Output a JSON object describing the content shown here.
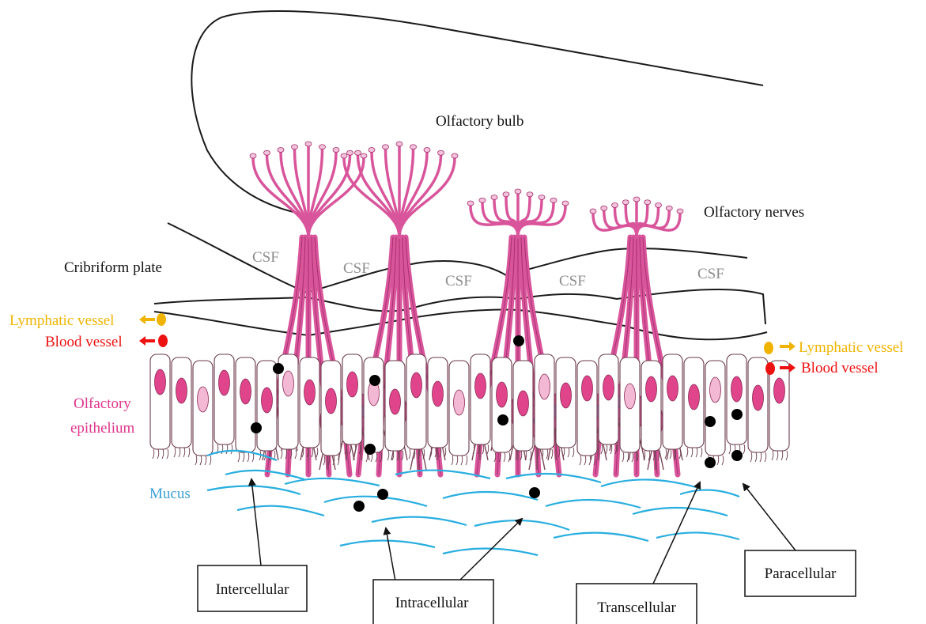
{
  "labels": {
    "olfactory_bulb": "Olfactory bulb",
    "olfactory_nerves": "Olfactory nerves",
    "cribriform_plate": "Cribriform plate",
    "csf": [
      "CSF",
      "CSF",
      "CSF",
      "CSF",
      "CSF"
    ],
    "lymphatic_left": "Lymphatic vessel",
    "blood_left": "Blood vessel",
    "lymphatic_right": "Lymphatic vessel",
    "blood_right": "Blood vessel",
    "epithelium_line1": "Olfactory",
    "epithelium_line2": "epithelium",
    "mucus": "Mucus"
  },
  "routes": {
    "intercellular": "Intercellular",
    "intracellular": "Intracellular",
    "transcellular": "Transcellular",
    "paracellular": "Paracellular"
  },
  "colors": {
    "neuron": "#d9559b",
    "neuron_dark": "#a8306f",
    "nucleus": "#e0458c",
    "nucleus_light": "#f3b8d3",
    "mucus": "#29aee0",
    "lymphatic": "#f0b400",
    "blood": "#ee1111",
    "epithelium_label": "#e0358c",
    "mucus_label": "#3aa0d8",
    "drug_particle": "#000000"
  }
}
